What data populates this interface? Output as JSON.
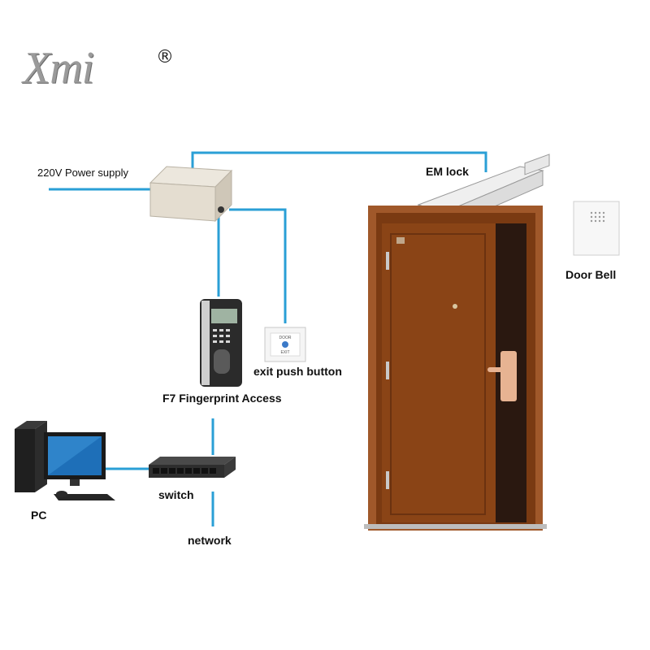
{
  "logo": {
    "text": "Xmi",
    "registered": "®"
  },
  "labels": {
    "power_supply": "220V Power supply",
    "em_lock": "EM lock",
    "door_bell": "Door Bell",
    "exit_button": "exit push button",
    "fingerprint": "F7 Fingerprint Access",
    "switch": "switch",
    "pc": "PC",
    "network": "network"
  },
  "device_text": {
    "exit_button_top": "DOOR",
    "exit_button_bottom": "EXIT"
  },
  "colors": {
    "wire": "#2a9fd6",
    "door_wood": "#8a4416",
    "door_frame": "#a0582a",
    "door_panel_dark": "#2a1810",
    "metal": "#d8d8d8"
  }
}
